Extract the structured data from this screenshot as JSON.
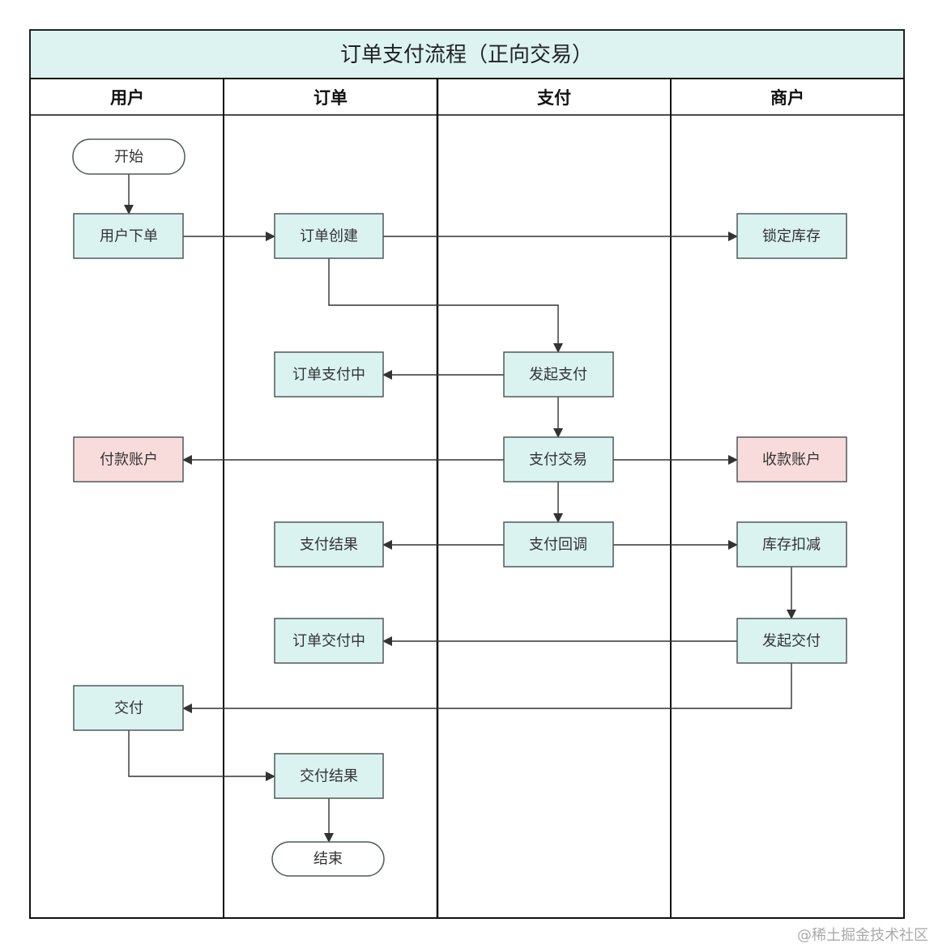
{
  "title": "订单支付流程（正向交易）",
  "lanes": [
    "用户",
    "订单",
    "支付",
    "商户"
  ],
  "nodes": {
    "start": "开始",
    "user_order": "用户下单",
    "order_create": "订单创建",
    "lock_stock": "锁定库存",
    "order_paying": "订单支付中",
    "init_pay": "发起支付",
    "payer_account": "付款账户",
    "pay_trade": "支付交易",
    "payee_account": "收款账户",
    "pay_result": "支付结果",
    "pay_callback": "支付回调",
    "stock_deduct": "库存扣减",
    "order_delivering": "订单交付中",
    "init_delivery": "发起交付",
    "delivery": "交付",
    "delivery_result": "交付结果",
    "end": "结束"
  },
  "watermark": "@稀土掘金技术社区",
  "colors": {
    "header_fill": "#dcf3f2",
    "process_fill": "#daf3f1",
    "account_fill": "#f8dcdb",
    "border": "#4f5a58"
  }
}
